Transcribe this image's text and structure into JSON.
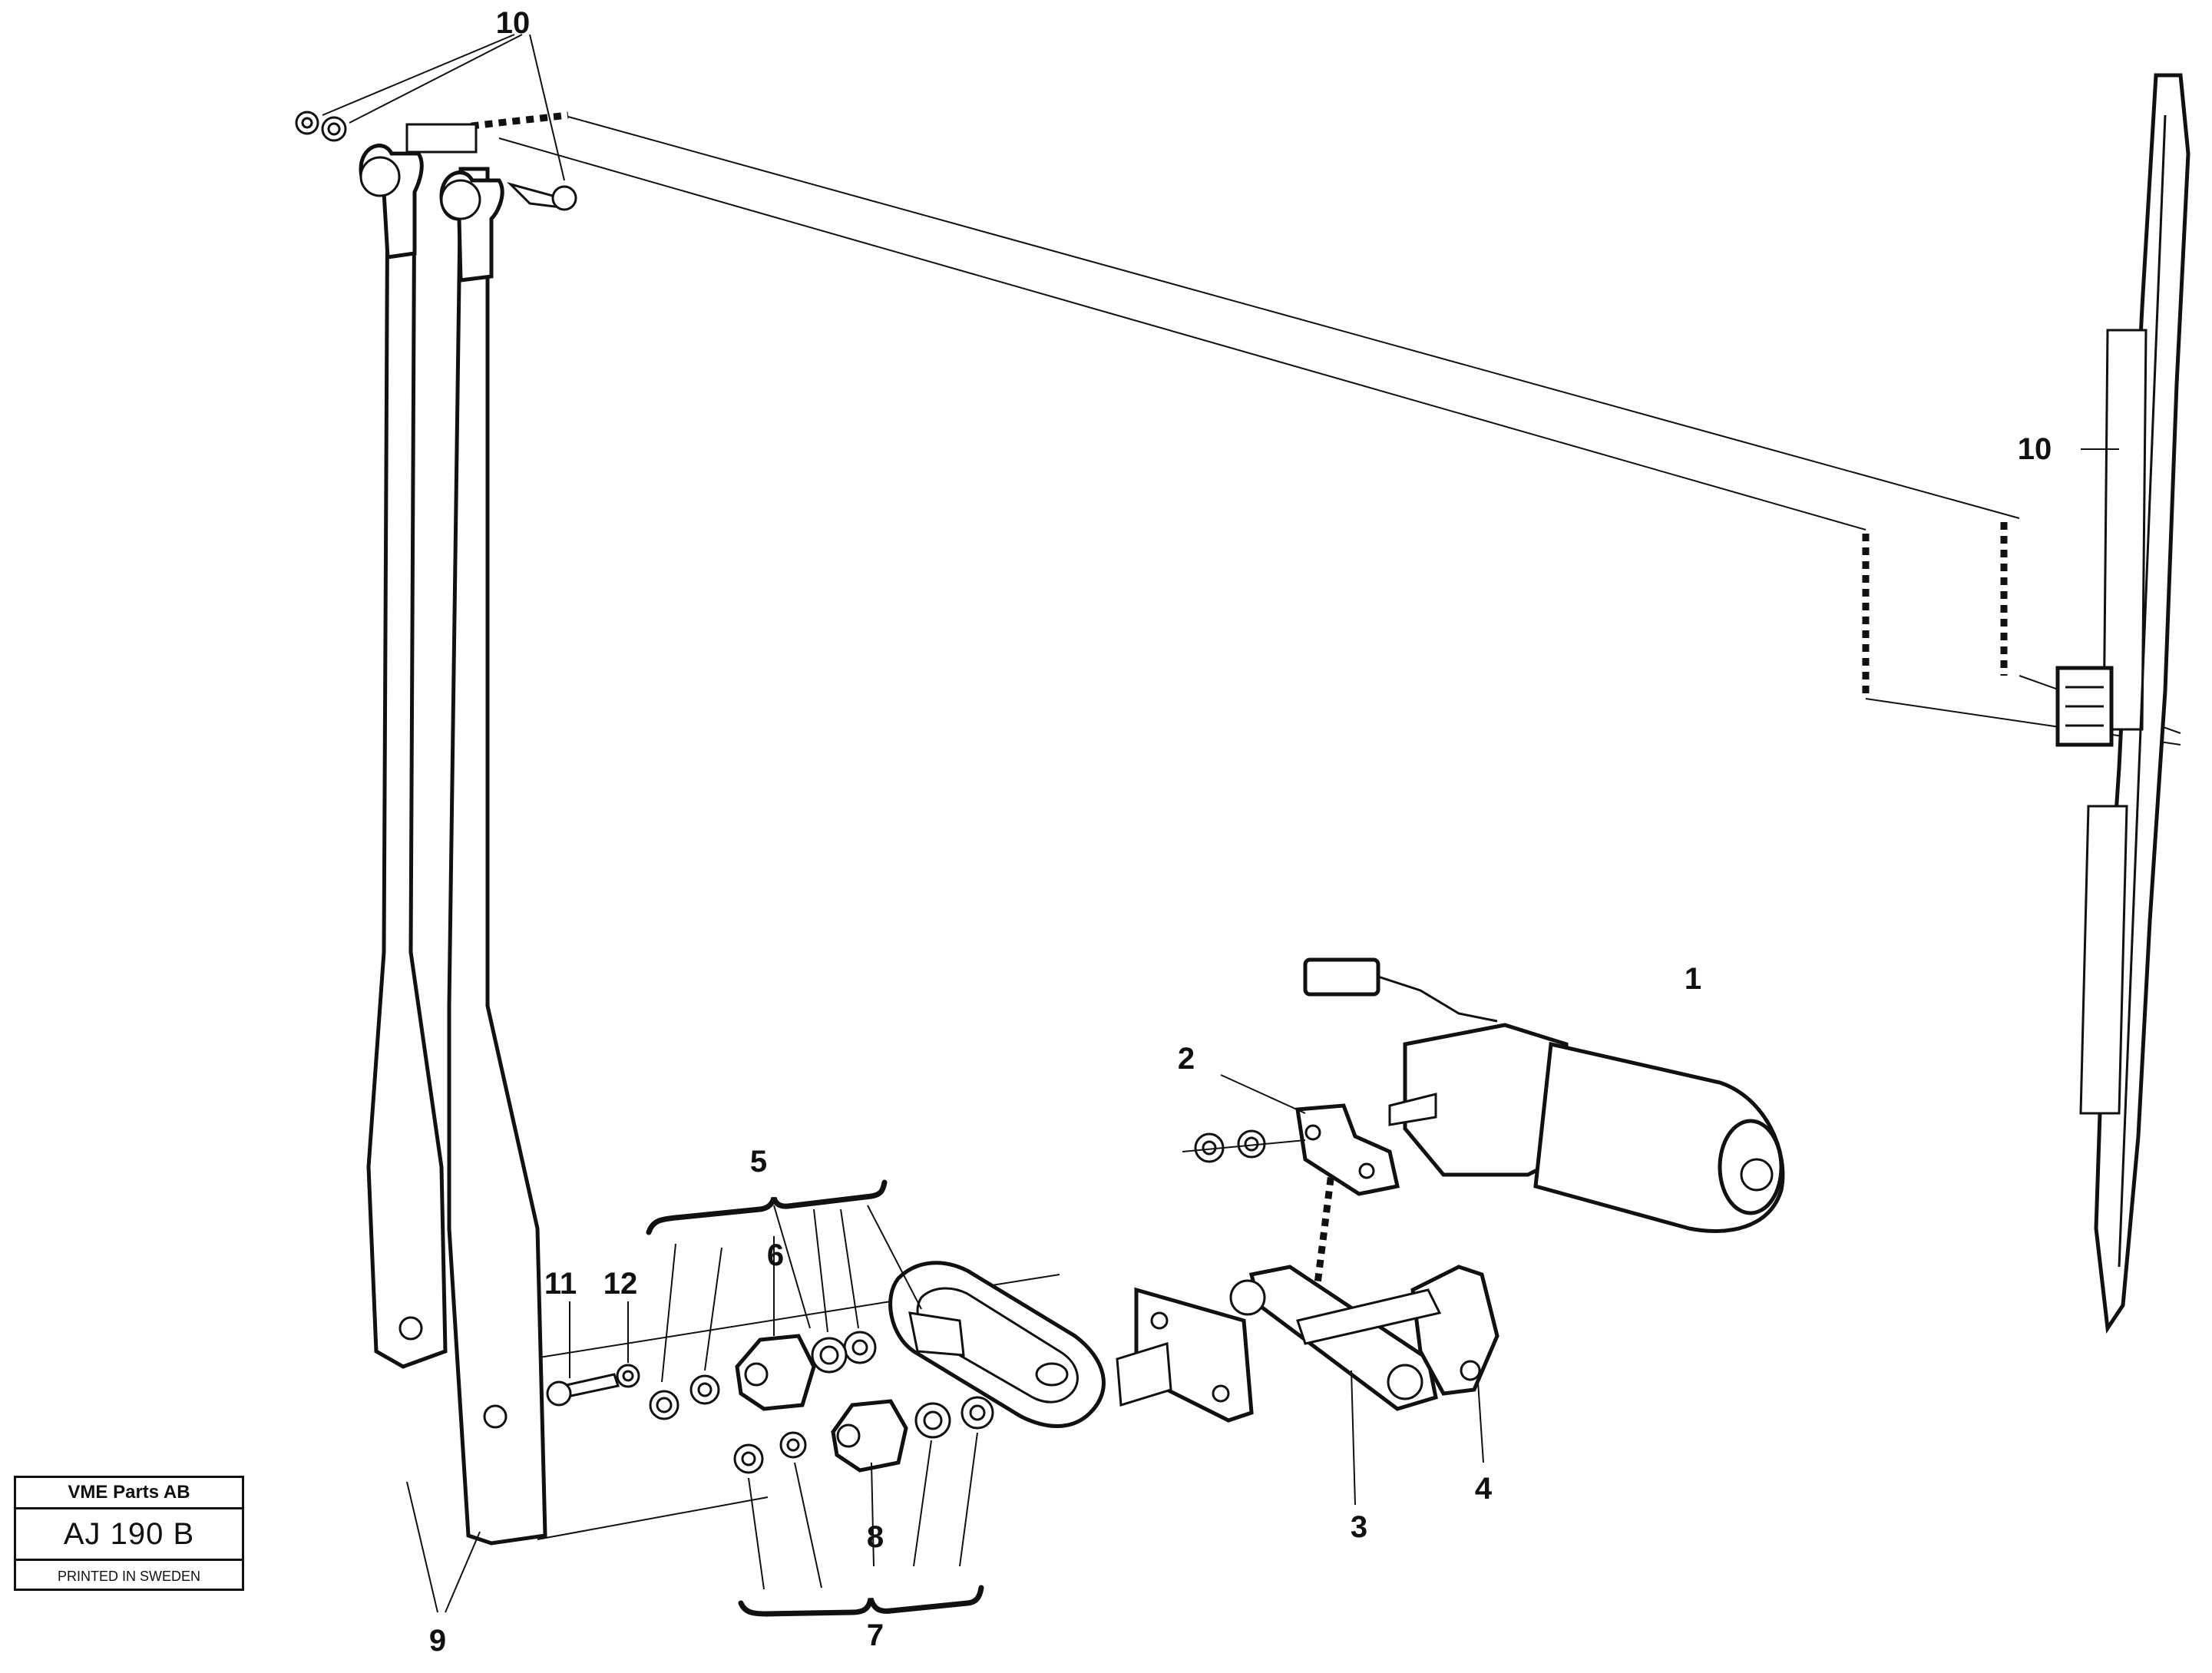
{
  "diagram": {
    "callouts": {
      "c1": "1",
      "c2": "2",
      "c3": "3",
      "c4": "4",
      "c5": "5",
      "c6": "6",
      "c7": "7",
      "c8": "8",
      "c9": "9",
      "c10_top": "10",
      "c10_blade": "10",
      "c11": "11",
      "c12": "12"
    }
  },
  "stamp": {
    "company": "VME Parts AB",
    "code": "AJ 190 B",
    "printed": "PRINTED IN SWEDEN"
  }
}
